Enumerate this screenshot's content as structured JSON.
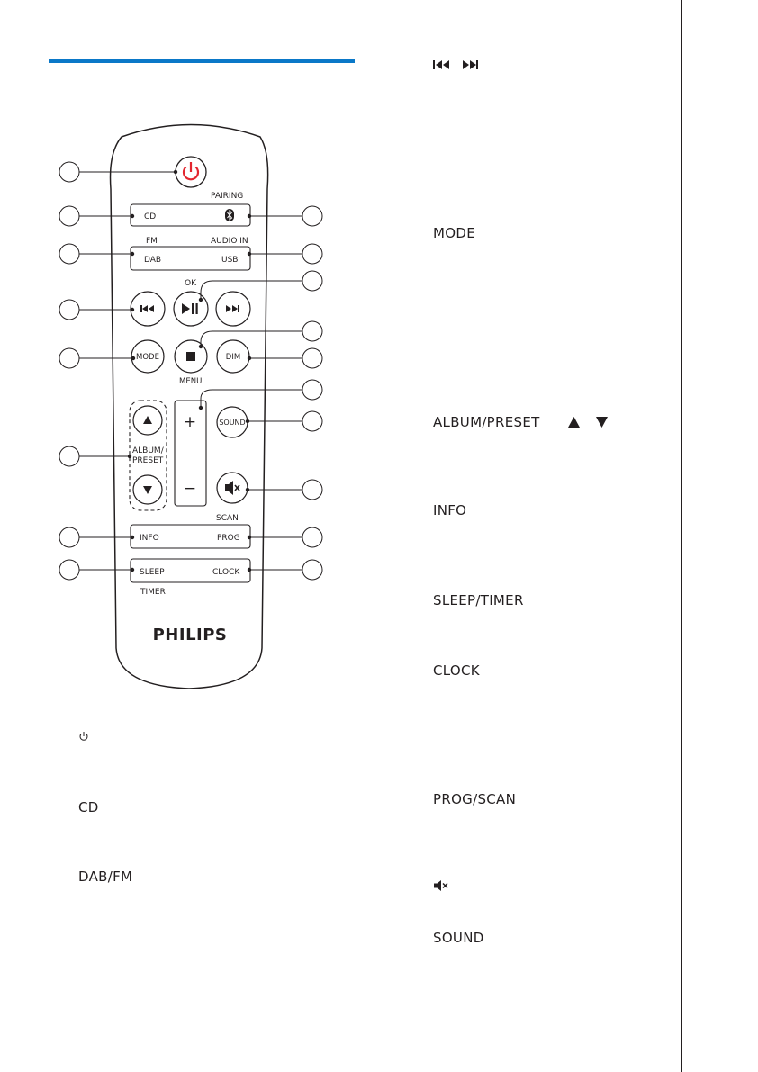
{
  "remote": {
    "buttons": {
      "cd": "CD",
      "pairing": "PAIRING",
      "fm": "FM",
      "audio_in": "AUDIO IN",
      "dab": "DAB",
      "usb": "USB",
      "ok": "OK",
      "mode": "MODE",
      "dim": "DIM",
      "menu": "MENU",
      "sound": "SOUND",
      "album_preset": "ALBUM/\nPRESET",
      "album_line1": "ALBUM/",
      "album_line2": "PRESET",
      "plus": "+",
      "minus": "−",
      "scan": "SCAN",
      "info": "INFO",
      "prog": "PROG",
      "sleep": "SLEEP",
      "clock": "CLOCK",
      "timer": "TIMER"
    },
    "brand": "PHILIPS"
  },
  "legend_left": {
    "cd": "CD",
    "dab_fm": "DAB/FM"
  },
  "legend_right": {
    "mode": "MODE",
    "album_preset": "ALBUM/PRESET",
    "info": "INFO",
    "sleep_timer": "SLEEP/TIMER",
    "clock": "CLOCK",
    "prog_scan": "PROG/SCAN",
    "sound": "SOUND"
  },
  "colors": {
    "accent": "#0a78c8",
    "power": "#e3262f",
    "ink": "#231f20"
  }
}
